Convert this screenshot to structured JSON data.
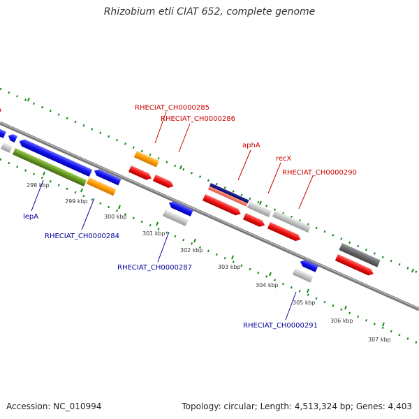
{
  "title": "Rhizobium etli CIAT 652, complete genome",
  "footer": {
    "accession": "Accession: NC_010994",
    "summary": "Topology: circular; Length: 4,513,324 bp; Genes: 4,403"
  },
  "ticks": [
    "298 kbp",
    "299 kbp",
    "300 kbp",
    "301 kbp",
    "302 kbp",
    "303 kbp",
    "304 kbp",
    "305 kbp",
    "306 kbp",
    "307 kbp"
  ],
  "labels": {
    "top": [
      "RHECIAT_CH0000285",
      "RHECIAT_CH0000286",
      "aphA",
      "recX",
      "RHECIAT_CH0000290"
    ],
    "bottom": [
      "lepA",
      "RHECIAT_CH0000284",
      "RHECIAT_CH0000287",
      "RHECIAT_CH0000291"
    ]
  },
  "colors": {
    "top_label": "#cc0000",
    "bottom_label": "#000099",
    "backbone": "#888888",
    "dots": "#118811",
    "red": "#ee1111",
    "blue": "#1111ee",
    "orange": "#ff9900",
    "grey": "#bbbbbb",
    "green": "#669922",
    "navy": "#000066",
    "salmon": "#ee6655",
    "darkgrey": "#666666"
  }
}
